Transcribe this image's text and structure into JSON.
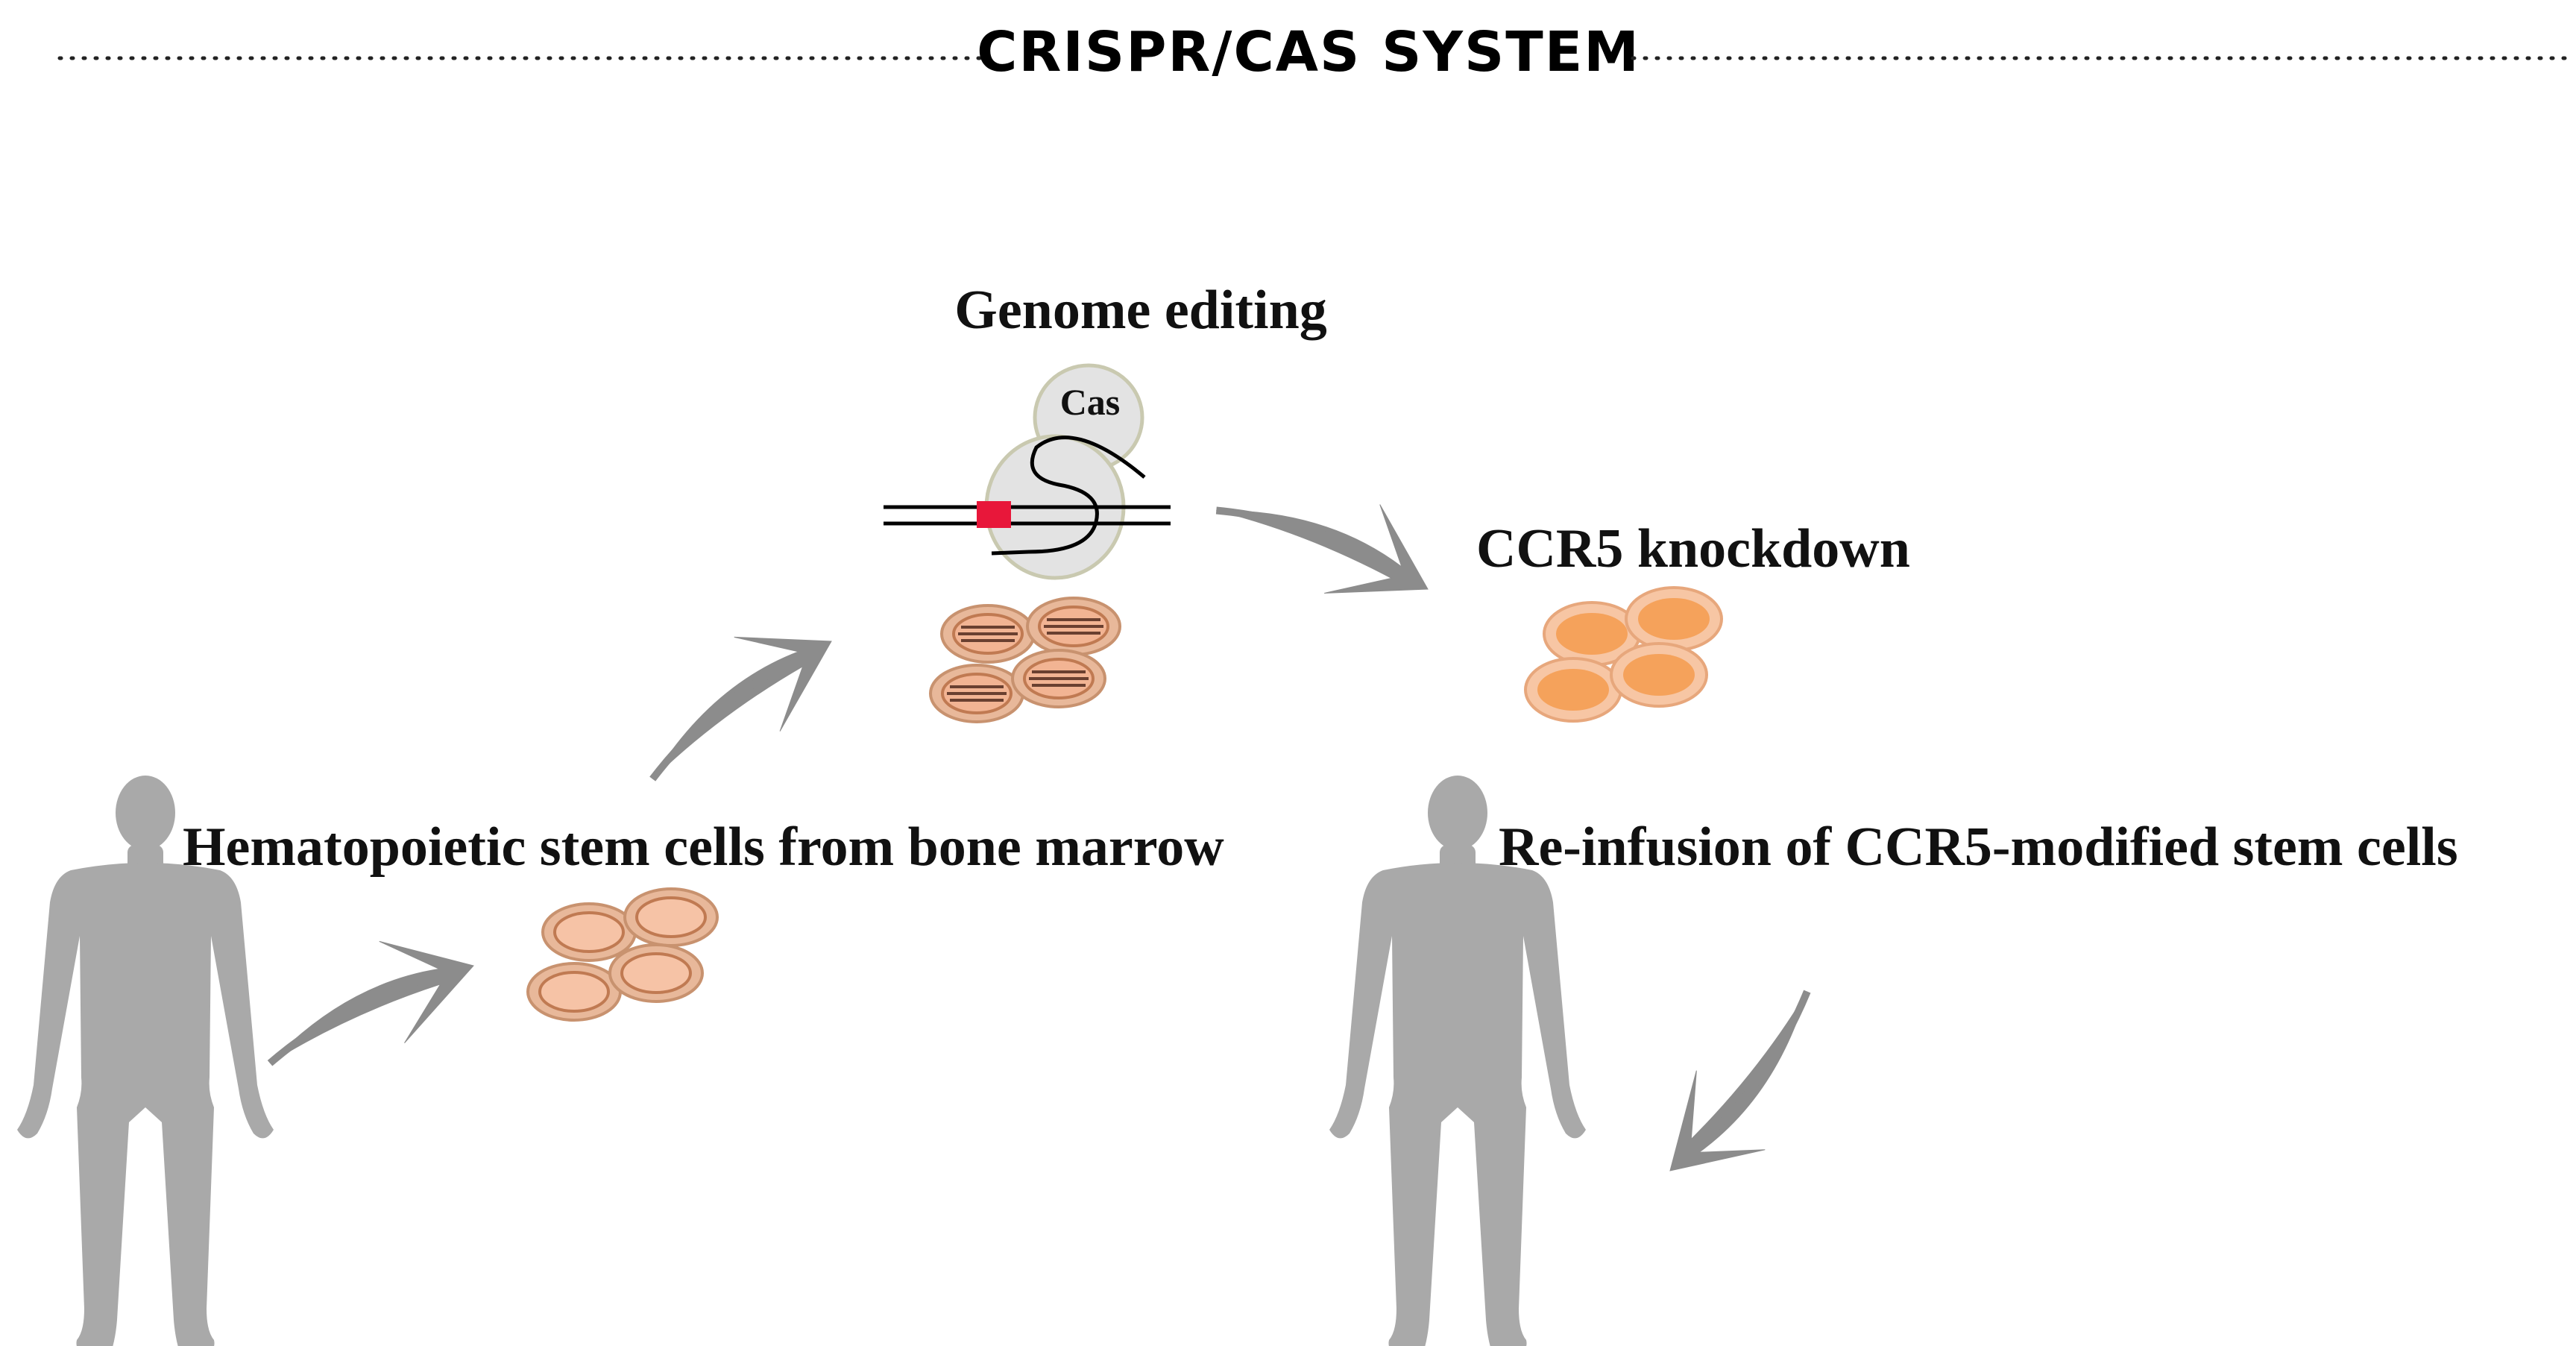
{
  "header": {
    "title": "CRISPR/CAS SYSTEM"
  },
  "labels": {
    "genome_editing": "Genome editing",
    "cas": "Cas",
    "ccr5_knockdown": "CCR5 knockdown",
    "stem_cells_source": "Hematopoietic stem cells from bone marrow",
    "reinfusion": "Re-infusion of CCR5-modified stem cells"
  },
  "colors": {
    "human_silhouette": "#a9a9a9",
    "arrow": "#8c8c8c",
    "cell_outer": "#e8b89a",
    "cell_inner": "#f6c3a6",
    "cell_stroke": "#c8926f",
    "knockdown_cell_outer": "#f7c6a4",
    "knockdown_cell_inner": "#f5a25b",
    "cas_protein": "#e3e3e3",
    "target_site": "#e8173a",
    "dna": "#000000"
  },
  "icons": [
    "human-silhouette-icon",
    "curved-arrow-icon",
    "stem-cell-cluster-icon",
    "cas-protein-icon",
    "dna-strand-icon"
  ]
}
